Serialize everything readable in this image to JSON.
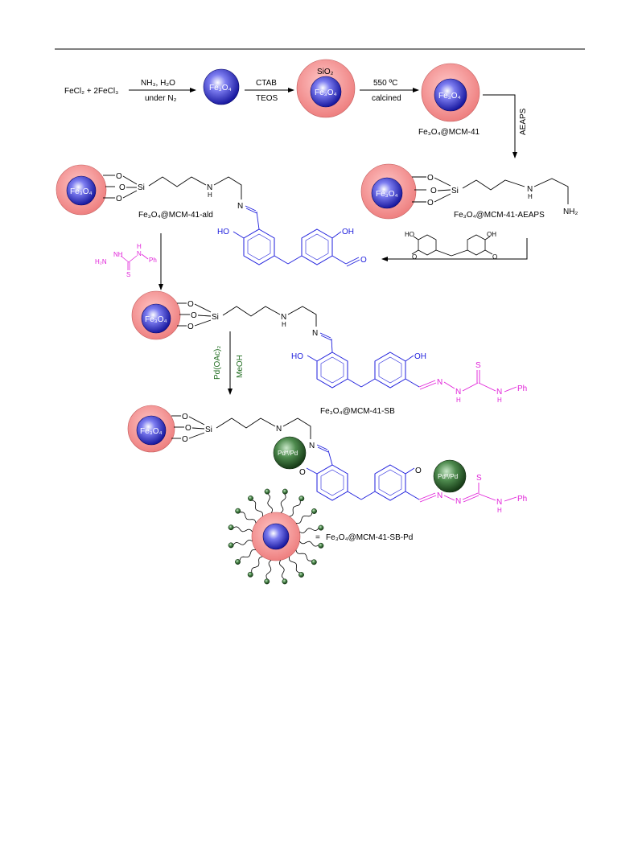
{
  "colors": {
    "shell": "#f08a8a",
    "core": "#2a2ad6",
    "linker_blue": "#1d1ddc",
    "hydrazide_magenta": "#e020d8",
    "palladium": "#2f5a2f"
  },
  "labels": {
    "reactant": "FeCl₂ + 2FeCl₃",
    "step1_top": "NH₃, H₂O",
    "step1_bottom": "under N₂",
    "step2_top": "CTAB",
    "step2_bottom": "TEOS",
    "step3_top": "550 ºC",
    "step3_bottom": "calcined",
    "step4_reagent": "AEAPS",
    "step7_reagent_1": "Pd(OAc)₂",
    "step7_reagent_2": "MeOH",
    "fe3o4": "Fe₃O₄",
    "sio2": "SiO₂",
    "si": "Si",
    "o": "O",
    "n": "N",
    "nh": "NH",
    "nh2": "NH₂",
    "h2n": "H₂N",
    "h": "H",
    "ho": "HO",
    "oh": "OH",
    "s": "S",
    "ph": "Ph",
    "pd": "Pdᴴ/Pd",
    "equals": "="
  },
  "product_names": {
    "mcm41": "Fe₃O₄@MCM-41",
    "aeaps": "Fe₃O₄@MCM-41-AEAPS",
    "ald": "Fe₃O₄@MCM-41-ald",
    "sb": "Fe₃O₄@MCM-41-SB",
    "sbpd": "Fe₃O₄@MCM-41-SB-Pd"
  }
}
